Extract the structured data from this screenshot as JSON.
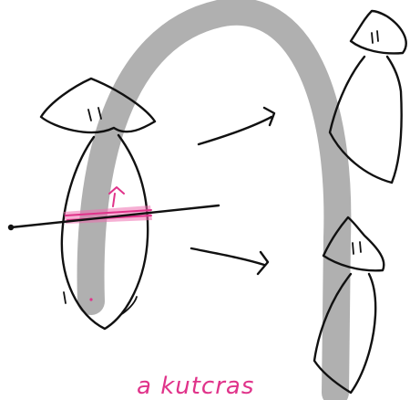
{
  "figure": {
    "caption_text": "a kutcras",
    "colors": {
      "ink": "#111111",
      "highlight": "#e0338a",
      "overlay_arc": "#a9a9a9",
      "background": "#ffffff"
    },
    "elements": [
      "whole-squid-sketch",
      "cutting-line",
      "arrow-to-upper-half",
      "arrow-to-lower-half",
      "upper-half-squid",
      "lower-half-squid"
    ]
  }
}
